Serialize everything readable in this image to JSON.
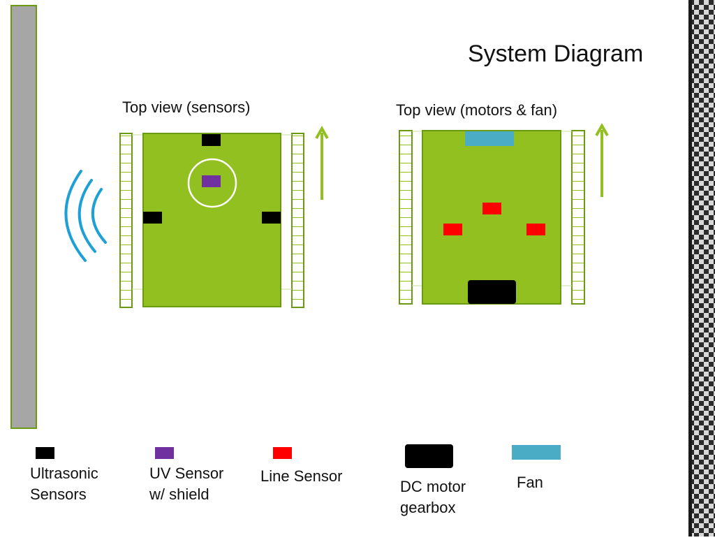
{
  "title": "System Diagram",
  "views": {
    "sensors": {
      "label": "Top view (sensors)"
    },
    "motors": {
      "label": "Top view (motors & fan)"
    }
  },
  "legend": {
    "ultrasonic": {
      "line1": "Ultrasonic",
      "line2": "Sensors"
    },
    "uv": {
      "line1": "UV Sensor",
      "line2": "w/ shield"
    },
    "line_sensor": {
      "line1": "Line Sensor"
    },
    "dc_motor": {
      "line1": "DC motor",
      "line2": "gearbox"
    },
    "fan": {
      "line1": "Fan"
    }
  },
  "colors": {
    "robot_body": "#92c020",
    "robot_border": "#6a9a12",
    "ultrasonic": "#000000",
    "uv_sensor": "#7030a0",
    "line_sensor": "#ff0000",
    "dc_motor": "#000000",
    "fan": "#4bacc6",
    "wall": "#a6a6a6",
    "wall_border": "#6a9a12",
    "sonar_waves": "#1ea0d6",
    "arrow": "#92c020",
    "side_pattern": "#2a2a2a"
  }
}
